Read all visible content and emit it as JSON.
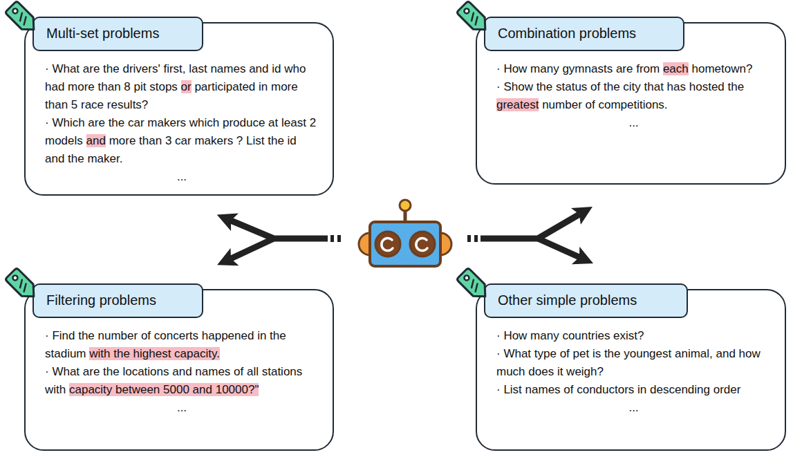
{
  "diagram": {
    "nodes": [
      {
        "text": [
          "· What are the drivers' first, last names and id who had more than 8 pit stops or participated in more than 5 race results?",
          "· Which are the car makers which produce at least 2 models and more than 3 car makers ? List the id and the maker.",
          "..."
        ]
      },
      {
        "text": [
          "Multi-set problems"
        ],
        "in": 0
      },
      {
        "text": [
          "· How many gymnasts are from each hometown?",
          "· Show the status of the city that has hosted the greatest number of competitions.",
          "..."
        ]
      },
      {
        "text": [
          "Combination problems"
        ],
        "in": 2
      },
      {
        "text": [
          "· Find the number of concerts happened in the stadium with the highest capacity.",
          "· What are the locations and names of all stations with capacity between 5000 and 10000?\"",
          "..."
        ]
      },
      {
        "text": [
          "Filtering problems"
        ],
        "in": 4
      },
      {
        "text": [
          "· How many countries exist?",
          "· What type of pet is the youngest animal, and how much does it weigh?",
          "· List names of conductors in descending order",
          "..."
        ]
      },
      {
        "text": [
          "Other simple problems"
        ],
        "in": 6
      }
    ]
  }
}
